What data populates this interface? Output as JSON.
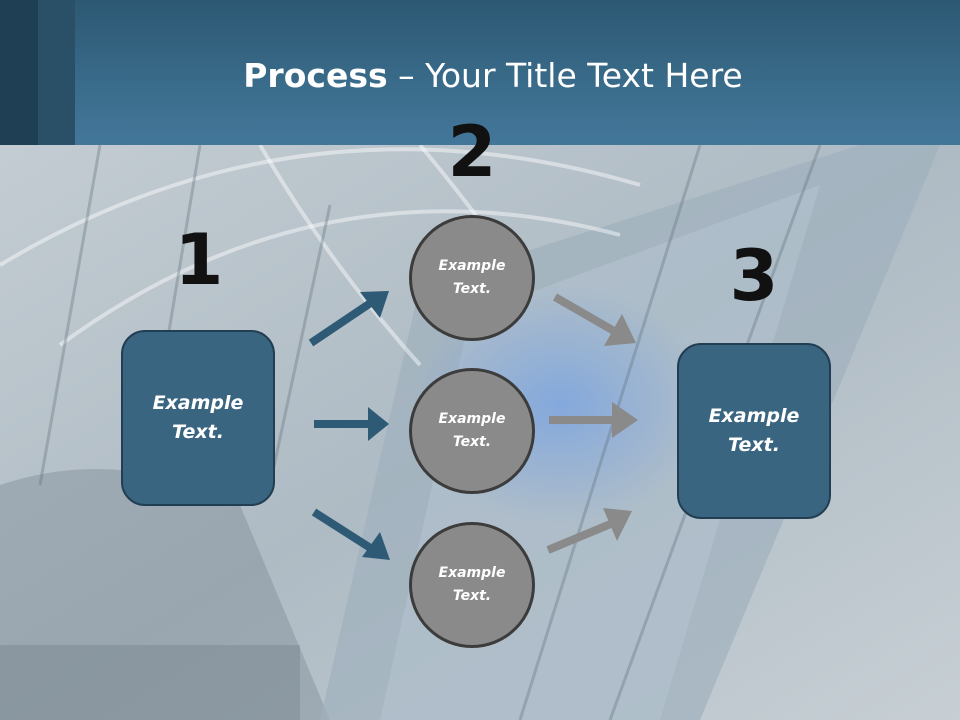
{
  "title": {
    "bold": "Process",
    "rest": " – Your Title Text Here"
  },
  "numbers": {
    "one": "1",
    "two": "2",
    "three": "3"
  },
  "left_box": {
    "text": "Example\nText."
  },
  "right_box": {
    "text": "Example\nText."
  },
  "circles": [
    {
      "text": "Example\nText."
    },
    {
      "text": "Example\nText."
    },
    {
      "text": "Example\nText."
    }
  ],
  "colors": {
    "header": "#3a6c8b",
    "box": "#3a6580",
    "circle": "#8a8a8a",
    "blue_arrow": "#2f5a76",
    "gray_arrow": "#8a8a8a"
  }
}
